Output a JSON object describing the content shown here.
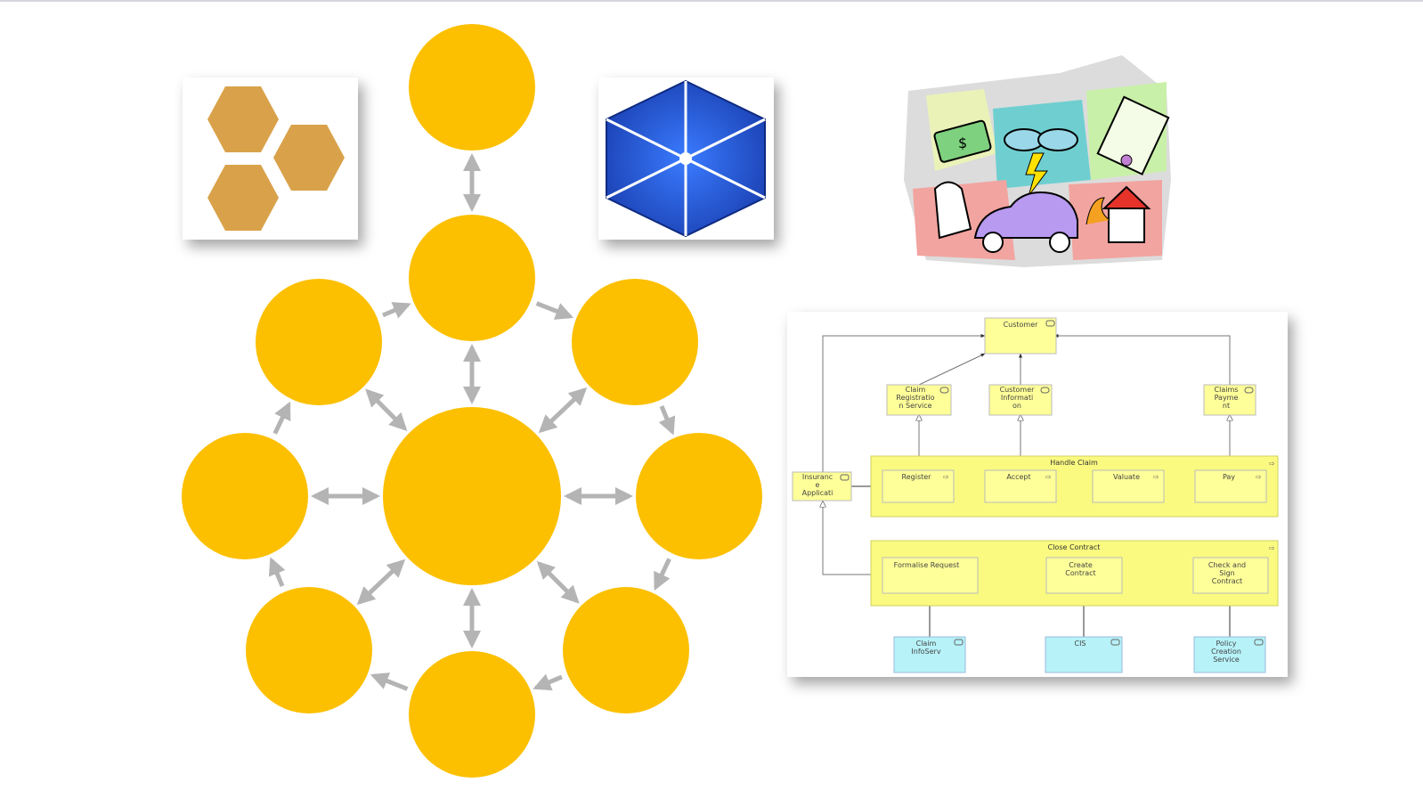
{
  "colors": {
    "hub_node": "#fcc000",
    "arrow": "#b4b4b4",
    "honeycomb": "#d9a24a",
    "blue_hex": "#1f4fc0",
    "archimate_yellow": "#ffff99",
    "archimate_group": "#fafa80",
    "archimate_cyan": "#b6f2f8"
  },
  "icons": {
    "honeycomb": "honeycomb-icon",
    "blue_hexagon": "hexagon-star-icon",
    "insurance": "insurance-claims-clipart"
  },
  "archimate": {
    "customer": "Customer",
    "services": [
      {
        "label": "Claim\nRegistratio\nn Service"
      },
      {
        "label": "Customer\nInformati\non"
      },
      {
        "label": "Claims\nPayme\nnt"
      }
    ],
    "insurance_app": "Insuranc\ne\nApplicati",
    "handle_claim": {
      "title": "Handle Claim",
      "steps": [
        "Register",
        "Accept",
        "Valuate",
        "Pay"
      ]
    },
    "close_contract": {
      "title": "Close Contract",
      "steps": [
        "Formalise Request",
        "Create\nContract",
        "Check and\nSign\nContract"
      ]
    },
    "app_components": [
      {
        "label": "Claim\nInfoServ"
      },
      {
        "label": "CIS"
      },
      {
        "label": "Policy\nCreation\nService"
      }
    ]
  }
}
